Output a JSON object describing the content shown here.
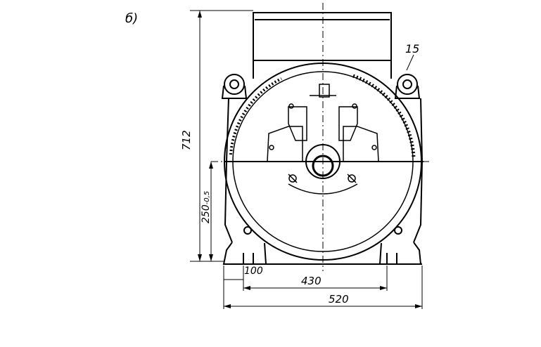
{
  "figure": {
    "label": "б)",
    "callout": "15"
  },
  "dimensions": {
    "total_height": "712",
    "shaft_height": "250",
    "shaft_height_tolerance": "-0,5",
    "foot_offset": "100",
    "foot_spacing": "430",
    "overall_width": "520"
  },
  "colors": {
    "line": "#000000",
    "background": "#ffffff"
  }
}
